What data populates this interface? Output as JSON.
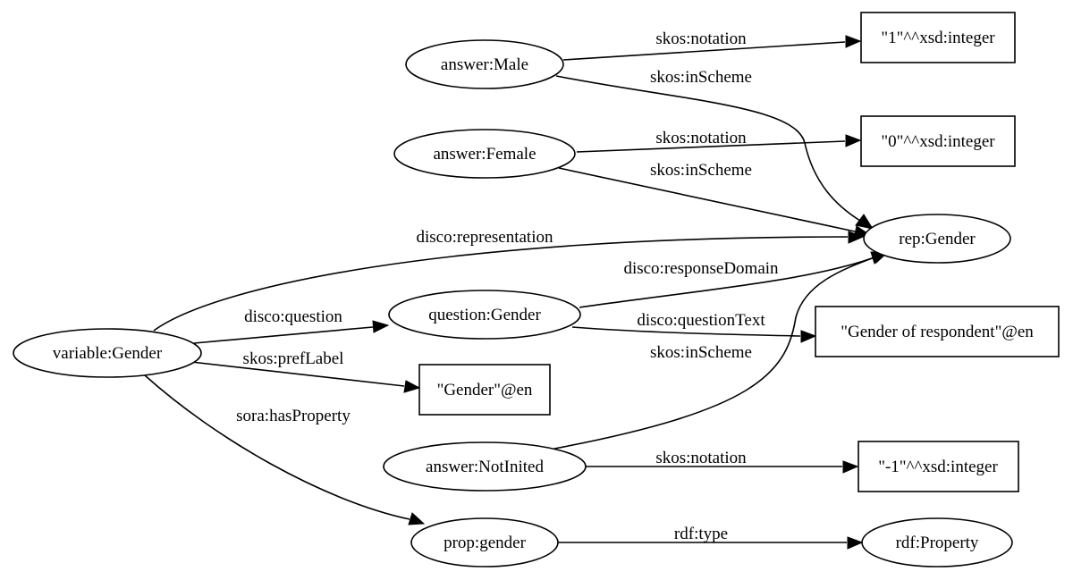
{
  "nodes": {
    "answer_male": "answer:Male",
    "answer_female": "answer:Female",
    "answer_notinited": "answer:NotInited",
    "rep_gender": "rep:Gender",
    "variable_gender": "variable:Gender",
    "question_gender": "question:Gender",
    "prop_gender": "prop:gender",
    "rdf_property": "rdf:Property",
    "lit_1": "\"1\"^^xsd:integer",
    "lit_0": "\"0\"^^xsd:integer",
    "lit_minus1": "\"-1\"^^xsd:integer",
    "lit_gender_en": "\"Gender\"@en",
    "lit_gender_of_respondent": "\"Gender of respondent\"@en"
  },
  "edges": {
    "male_notation": "skos:notation",
    "male_inscheme": "skos:inScheme",
    "female_notation": "skos:notation",
    "female_inscheme": "skos:inScheme",
    "variable_representation": "disco:representation",
    "question_responsedomain": "disco:responseDomain",
    "variable_question": "disco:question",
    "question_questiontext": "disco:questionText",
    "notinited_inscheme": "skos:inScheme",
    "variable_preflabel": "skos:prefLabel",
    "variable_hasproperty": "sora:hasProperty",
    "notinited_notation": "skos:notation",
    "prop_type": "rdf:type"
  }
}
